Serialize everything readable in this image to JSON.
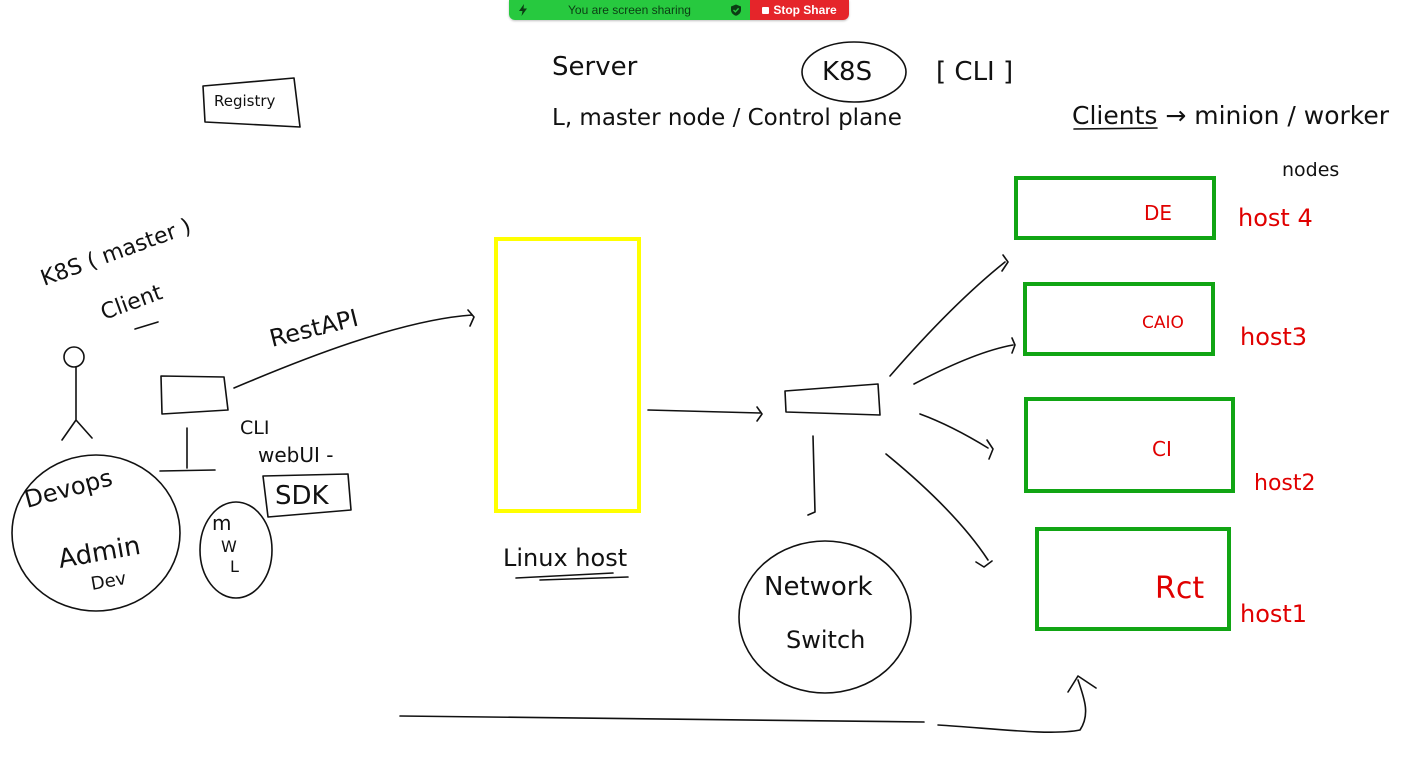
{
  "share_bar": {
    "status_text": "You are screen sharing",
    "stop_label": "Stop Share",
    "status_color": "#27c93f",
    "stop_color": "#e5252a",
    "left_icon": "lightning-icon",
    "shield_icon": "shield-check-icon"
  },
  "whiteboard": {
    "server_title": "Server",
    "master_node": "L, master node / Control plane",
    "k8s_bubble": "K8S",
    "cli_bracket": "[ CLI ]",
    "registry": "Registry",
    "clients_header": "Clients → minion / worker",
    "nodes_label": "nodes",
    "k8s_master_client_line1": "K8S ( master )",
    "k8s_master_client_line2": "Client",
    "rest_api": "RestAPI",
    "cli_label": "CLI",
    "webui_label": "webUI -",
    "sdk_label": "SDK",
    "devops_line1": "Devops",
    "devops_line2": "Admin",
    "devops_line3": "Dev",
    "mwl_line1": "m",
    "mwl_line2": "W",
    "mwl_line3": "L",
    "linux_host": "Linux host",
    "network_switch_line1": "Network",
    "network_switch_line2": "Switch",
    "host4_box": "DE",
    "host3_box": "CAIO",
    "host2_box": "CI",
    "host1_box": "Rct",
    "host4_label": "host 4",
    "host3_label": "host3",
    "host2_label": "host2",
    "host1_label": "host1",
    "colors": {
      "ink": "#111111",
      "red_ink": "#e00000",
      "green_box": "#11a514",
      "yellow_box": "#ffff00"
    }
  }
}
